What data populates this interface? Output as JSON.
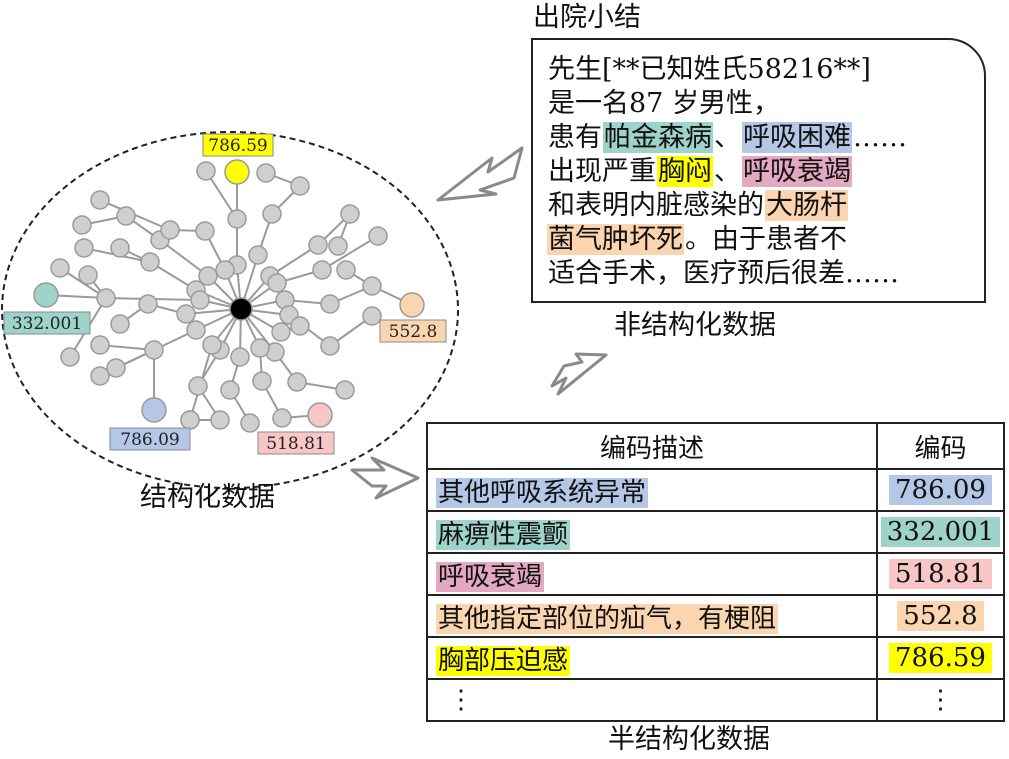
{
  "colors": {
    "blue": "#b4c7e7",
    "teal": "#9dd3c8",
    "pink": "#e3a9c1",
    "peach": "#fbd4b0",
    "yellow": "#ffff00",
    "light_pink": "#f8c6c6",
    "node_gray": "#cfcfcf",
    "node_stroke": "#9a9a9a",
    "center_node": "#000000"
  },
  "titles": {
    "note_title": "出院小结",
    "unstructured": "非结构化数据",
    "structured": "结构化数据",
    "semi_structured": "半结构化数据"
  },
  "note": {
    "lines": [
      [
        {
          "text": "先生[**已知姓氏58216**]",
          "hl": ""
        }
      ],
      [
        {
          "text": "是一名87 岁男性，",
          "hl": ""
        }
      ],
      [
        {
          "text": "患有",
          "hl": ""
        },
        {
          "text": "帕金森病",
          "hl": "teal"
        },
        {
          "text": "、",
          "hl": ""
        },
        {
          "text": "呼吸困难",
          "hl": "blue"
        },
        {
          "text": "……",
          "hl": ""
        }
      ],
      [
        {
          "text": "出现严重",
          "hl": ""
        },
        {
          "text": "胸闷",
          "hl": "yellow"
        },
        {
          "text": "、",
          "hl": ""
        },
        {
          "text": "呼吸衰竭",
          "hl": "pink"
        }
      ],
      [
        {
          "text": "和表明内脏感染的",
          "hl": ""
        },
        {
          "text": "大肠杆",
          "hl": "peach"
        }
      ],
      [
        {
          "text": "菌气肿坏死",
          "hl": "peach"
        },
        {
          "text": "。由于患者不",
          "hl": ""
        }
      ],
      [
        {
          "text": "适合手术，医疗预后很差……",
          "hl": ""
        }
      ]
    ]
  },
  "table": {
    "headers": [
      "编码描述",
      "编码"
    ],
    "rows": [
      {
        "desc": "其他呼吸系统异常",
        "code": "786.09",
        "desc_hl": "blue",
        "code_hl": "blue"
      },
      {
        "desc": "麻痹性震颤",
        "code": "332.001",
        "desc_hl": "teal",
        "code_hl": "teal"
      },
      {
        "desc": "呼吸衰竭",
        "code": "518.81",
        "desc_hl": "pink",
        "code_hl": "light_pink"
      },
      {
        "desc": "其他指定部位的疝气，有梗阻",
        "code": "552.8",
        "desc_hl": "peach",
        "code_hl": "peach"
      },
      {
        "desc": "胸部压迫感",
        "code": "786.59",
        "desc_hl": "yellow",
        "code_hl": "yellow"
      }
    ],
    "ellipsis": "⋮"
  },
  "graph_labels": {
    "top": {
      "text": "786.59",
      "color": "yellow"
    },
    "left": {
      "text": "332.001",
      "color": "teal"
    },
    "right": {
      "text": "552.8",
      "color": "peach"
    },
    "bottom_left": {
      "text": "786.09",
      "color": "blue"
    },
    "bottom_right": {
      "text": "518.81",
      "color": "light_pink"
    }
  }
}
